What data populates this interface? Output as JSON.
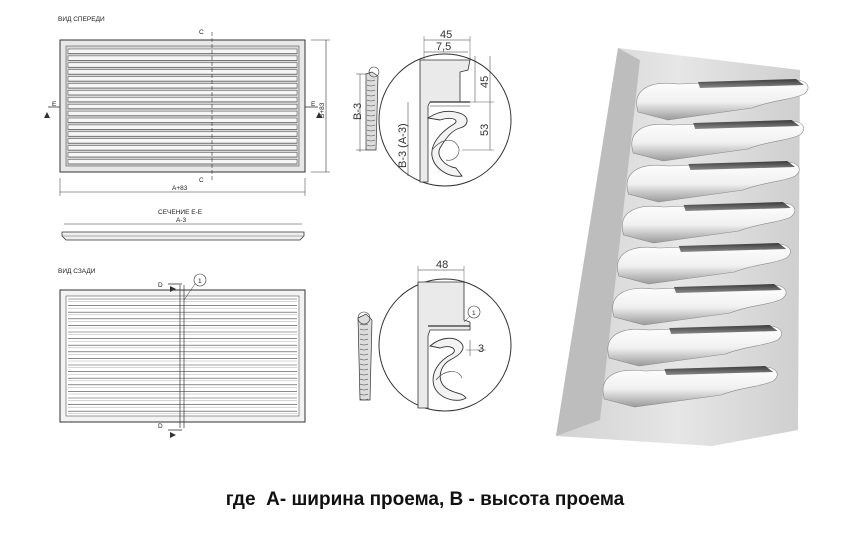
{
  "front_view": {
    "title": "ВИД СПЕРЕДИ",
    "width_dim": "A+83",
    "height_dim": "B+83",
    "section_mark_c": "C",
    "section_mark_e": "E"
  },
  "section_ee": {
    "title": "СЕЧЕНИЕ Е-Е",
    "width_dim": "A-3"
  },
  "rear_view": {
    "title": "ВИД СЗАДИ",
    "section_mark_d": "D",
    "callout": "1"
  },
  "detail_top": {
    "dim_total": "45",
    "dim_offset": "7,5",
    "dim_right": "45",
    "dim_lower": "53",
    "dim_height": "B-3 (A-3)",
    "dim_small": "B-3"
  },
  "detail_bottom": {
    "dim_width": "48",
    "dim_gap": "3",
    "callout": "1"
  },
  "caption": {
    "prefix": "где",
    "text": "А- ширина проема, В - высота проема"
  },
  "colors": {
    "line": "#333333",
    "louver_face": "#f4f4f4",
    "louver_shadow": "#5a5a5a",
    "frame": "#c9c9c9"
  }
}
